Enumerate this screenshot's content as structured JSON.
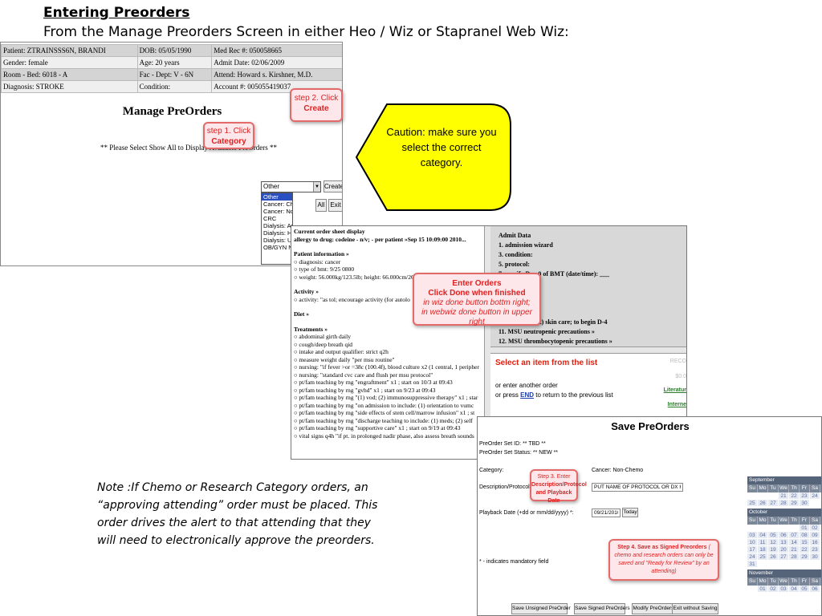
{
  "heading": "Entering Preorders",
  "subheading": "From the Manage Preorders Screen in either Heo / Wiz or  Stapranel Web Wiz:",
  "patient_header": [
    [
      "Patient: ZTRAINSSS6N, BRANDI",
      "DOB: 05/05/1990",
      "Med Rec #: 050058665"
    ],
    [
      "Gender: female",
      "Age: 20 years",
      "Admit Date: 02/06/2009"
    ],
    [
      "Room - Bed: 6018 - A",
      "Fac - Dept: V - 6N",
      "Attend: Howard s. Kirshner, M.D."
    ],
    [
      "Diagnosis: STROKE",
      "Condition:",
      "Account #: 005055419037"
    ]
  ],
  "manage": {
    "title": "Manage PreOrders",
    "note": "** Please Select Show All to Display Available PreOrders **",
    "select_value": "Other",
    "create_label": "Create",
    "all_label": "All",
    "exit_label": "Exit",
    "categories": [
      "Other",
      "Cancer: Chemo",
      "Cancer: Non-Chemo",
      "CRC",
      "Dialysis: Aphe",
      "Dialysis: Hem",
      "Dialysis: Ultra",
      "OB/GYN Non"
    ]
  },
  "step1": {
    "line1": "step 1. Click",
    "line2": "Category"
  },
  "step2": {
    "line1": "step 2. Click",
    "line2": "Create"
  },
  "caution": "Caution: make sure you select the correct category.",
  "orders": {
    "display_title": "Current order sheet display",
    "allergy": "allergy to drug: codeine - n/v; - per patient »Sep 15 10:09:00 2010...",
    "patient_info_title": "Patient information »",
    "patient_info": [
      "diagnosis: cancer",
      "type of bmt: 9/25 0800",
      "weight: 56.000kg/123.5lb; height: 66.000cm/26."
    ],
    "activity_title": "Activity »",
    "activity": [
      "activity: \"as tol; encourage activity (for autolo"
    ],
    "diet_title": "Diet »",
    "treatments_title": "Treatments »",
    "treatments": [
      "abdominal girth daily",
      "cough/deep breath qid",
      "intake and output qualifier: strict q2h",
      "measure weight daily \"per msu routine\"",
      "nursing: \"if fever >or =38c (100.4f), blood culture x2 (1 central, 1 peripher",
      "nursing: \"standard cvc care and flush per msu protocol\"",
      "pt/fam teaching by rng \"engraftment\" x1 ; start on 10/3 at 09:43",
      "pt/fam teaching by rng \"gvhd\" x1 ; start on 9/23 at 09:43",
      "pt/fam teaching by rng \"(1) vod; (2) immunosuppressive therapy\" x1 ; star",
      "pt/fam teaching by rng \"on admission to include: (1) orientation to vumc",
      "pt/fam teaching by rng \"side effects of stem cell/marrow infusion\" x1 ; st",
      "pt/fam teaching by rng \"discharge teaching to include: (1) meds; (2) self",
      "pt/fam teaching by rng \"supportive care\" x1 ; start on 9/19 at 09:43",
      "vital signs q4h \"if pt. in prolonged nadir phase, also assess breath sounds"
    ],
    "admit_title": "Admit Data",
    "admit_items": [
      "1. admission wizard",
      "3. condition:",
      "5. protocol:",
      "7. specify Day 0 of BMT (date/time): ___",
      "",
      "",
      "s, Teaching",
      "",
      "ing: (1) TBI ; (2) skin care; to begin D-4",
      "11. MSU neutropenic precautions  »",
      "12. MSU thrombocytopenic precautions  »"
    ],
    "select_item": "Select an item from the list",
    "enter_another": "or enter another order",
    "press": "or press",
    "end_link": "END",
    "return": "to return to the previous list",
    "side_rec": "RECO",
    "side_num": "$0.0",
    "side_lit": "Literatur",
    "side_int": "Interne"
  },
  "enter_callout": {
    "title": "Enter Orders",
    "line2": "Click Done when finished",
    "line3": "in wiz done button bottm right;",
    "line4": "in webwiz done button in upper right"
  },
  "save": {
    "title": "Save PreOrders",
    "set_id": "PreOrder Set ID: ** TBD **",
    "set_status": "PreOrder Set Status: ** NEW **",
    "category_label": "Category:",
    "category_value": "Cancer: Non-Chemo",
    "desc_label": "Description/Protocol *:",
    "desc_value": "PUT NAME OF PROTOCOL OR DX HERE",
    "playback_label": "Playback Date (+dd or mm/dd/yyyy) *:",
    "playback_value": "09/21/2010",
    "today_label": "Today",
    "mandatory": "* - indicates mandatory field",
    "buttons": [
      "Save Unsigned PreOrder",
      "Save Signed PreOrders",
      "Modify PreOrders",
      "Exit without Saving"
    ]
  },
  "step3": {
    "line1": "Step 3. Enter",
    "line2": "Description/Protocol",
    "line3": "and Playback Date"
  },
  "step4": {
    "bold": "Step 4. Save as Signed Preorders",
    "rest": "( chemo and research orders can only be saved and \"Ready for Review\" by an attending)"
  },
  "calendar": {
    "dows": [
      "Su",
      "Mo",
      "Tu",
      "We",
      "Th",
      "Fr",
      "Sa"
    ],
    "months": [
      {
        "name": "September",
        "days": [
          "",
          "",
          "",
          "21",
          "22",
          "23",
          "24",
          "25",
          "26",
          "27",
          "28",
          "29",
          "30"
        ]
      },
      {
        "name": "October",
        "days": [
          "",
          "",
          "",
          "",
          "",
          "01",
          "02",
          "03",
          "04",
          "05",
          "06",
          "07",
          "08",
          "09",
          "10",
          "11",
          "12",
          "13",
          "14",
          "15",
          "16",
          "17",
          "18",
          "19",
          "20",
          "21",
          "22",
          "23",
          "24",
          "25",
          "26",
          "27",
          "28",
          "29",
          "30",
          "31"
        ]
      },
      {
        "name": "November",
        "days": [
          "",
          "01",
          "02",
          "03",
          "04",
          "05",
          "06"
        ]
      }
    ]
  },
  "note": "Note :If Chemo or Research Category orders, an “approving attending” order must be placed. This order drives the alert to that attending that they will need to electronically approve the preorders."
}
